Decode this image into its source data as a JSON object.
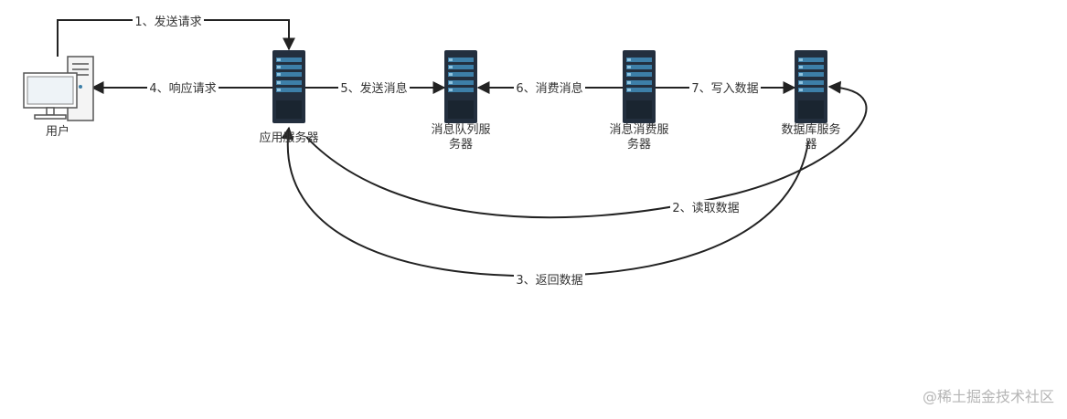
{
  "nodes": {
    "user": {
      "label": "用户",
      "icon": "desktop-computer-icon"
    },
    "app_server": {
      "label": "应用服务器",
      "icon": "server-icon"
    },
    "mq_server": {
      "label_line1": "消息队列服",
      "label_line2": "务器",
      "icon": "server-icon"
    },
    "consumer_server": {
      "label_line1": "消息消费服",
      "label_line2": "务器",
      "icon": "server-icon"
    },
    "db_server": {
      "label_line1": "数据库服务",
      "label_line2": "器",
      "icon": "server-icon"
    }
  },
  "edges": {
    "e1": {
      "label": "1、发送请求"
    },
    "e2": {
      "label": "2、读取数据"
    },
    "e3": {
      "label": "3、返回数据"
    },
    "e4": {
      "label": "4、响应请求"
    },
    "e5": {
      "label": "5、发送消息"
    },
    "e6": {
      "label": "6、消费消息"
    },
    "e7": {
      "label": "7、写入数据"
    }
  },
  "watermark": "@稀土掘金技术社区",
  "colors": {
    "line": "#222222",
    "server_body": "#232f3e",
    "server_slot": "#3d7fa8",
    "server_light": "#8fc4e0",
    "text": "#333333",
    "watermark": "#b5b5b5"
  }
}
